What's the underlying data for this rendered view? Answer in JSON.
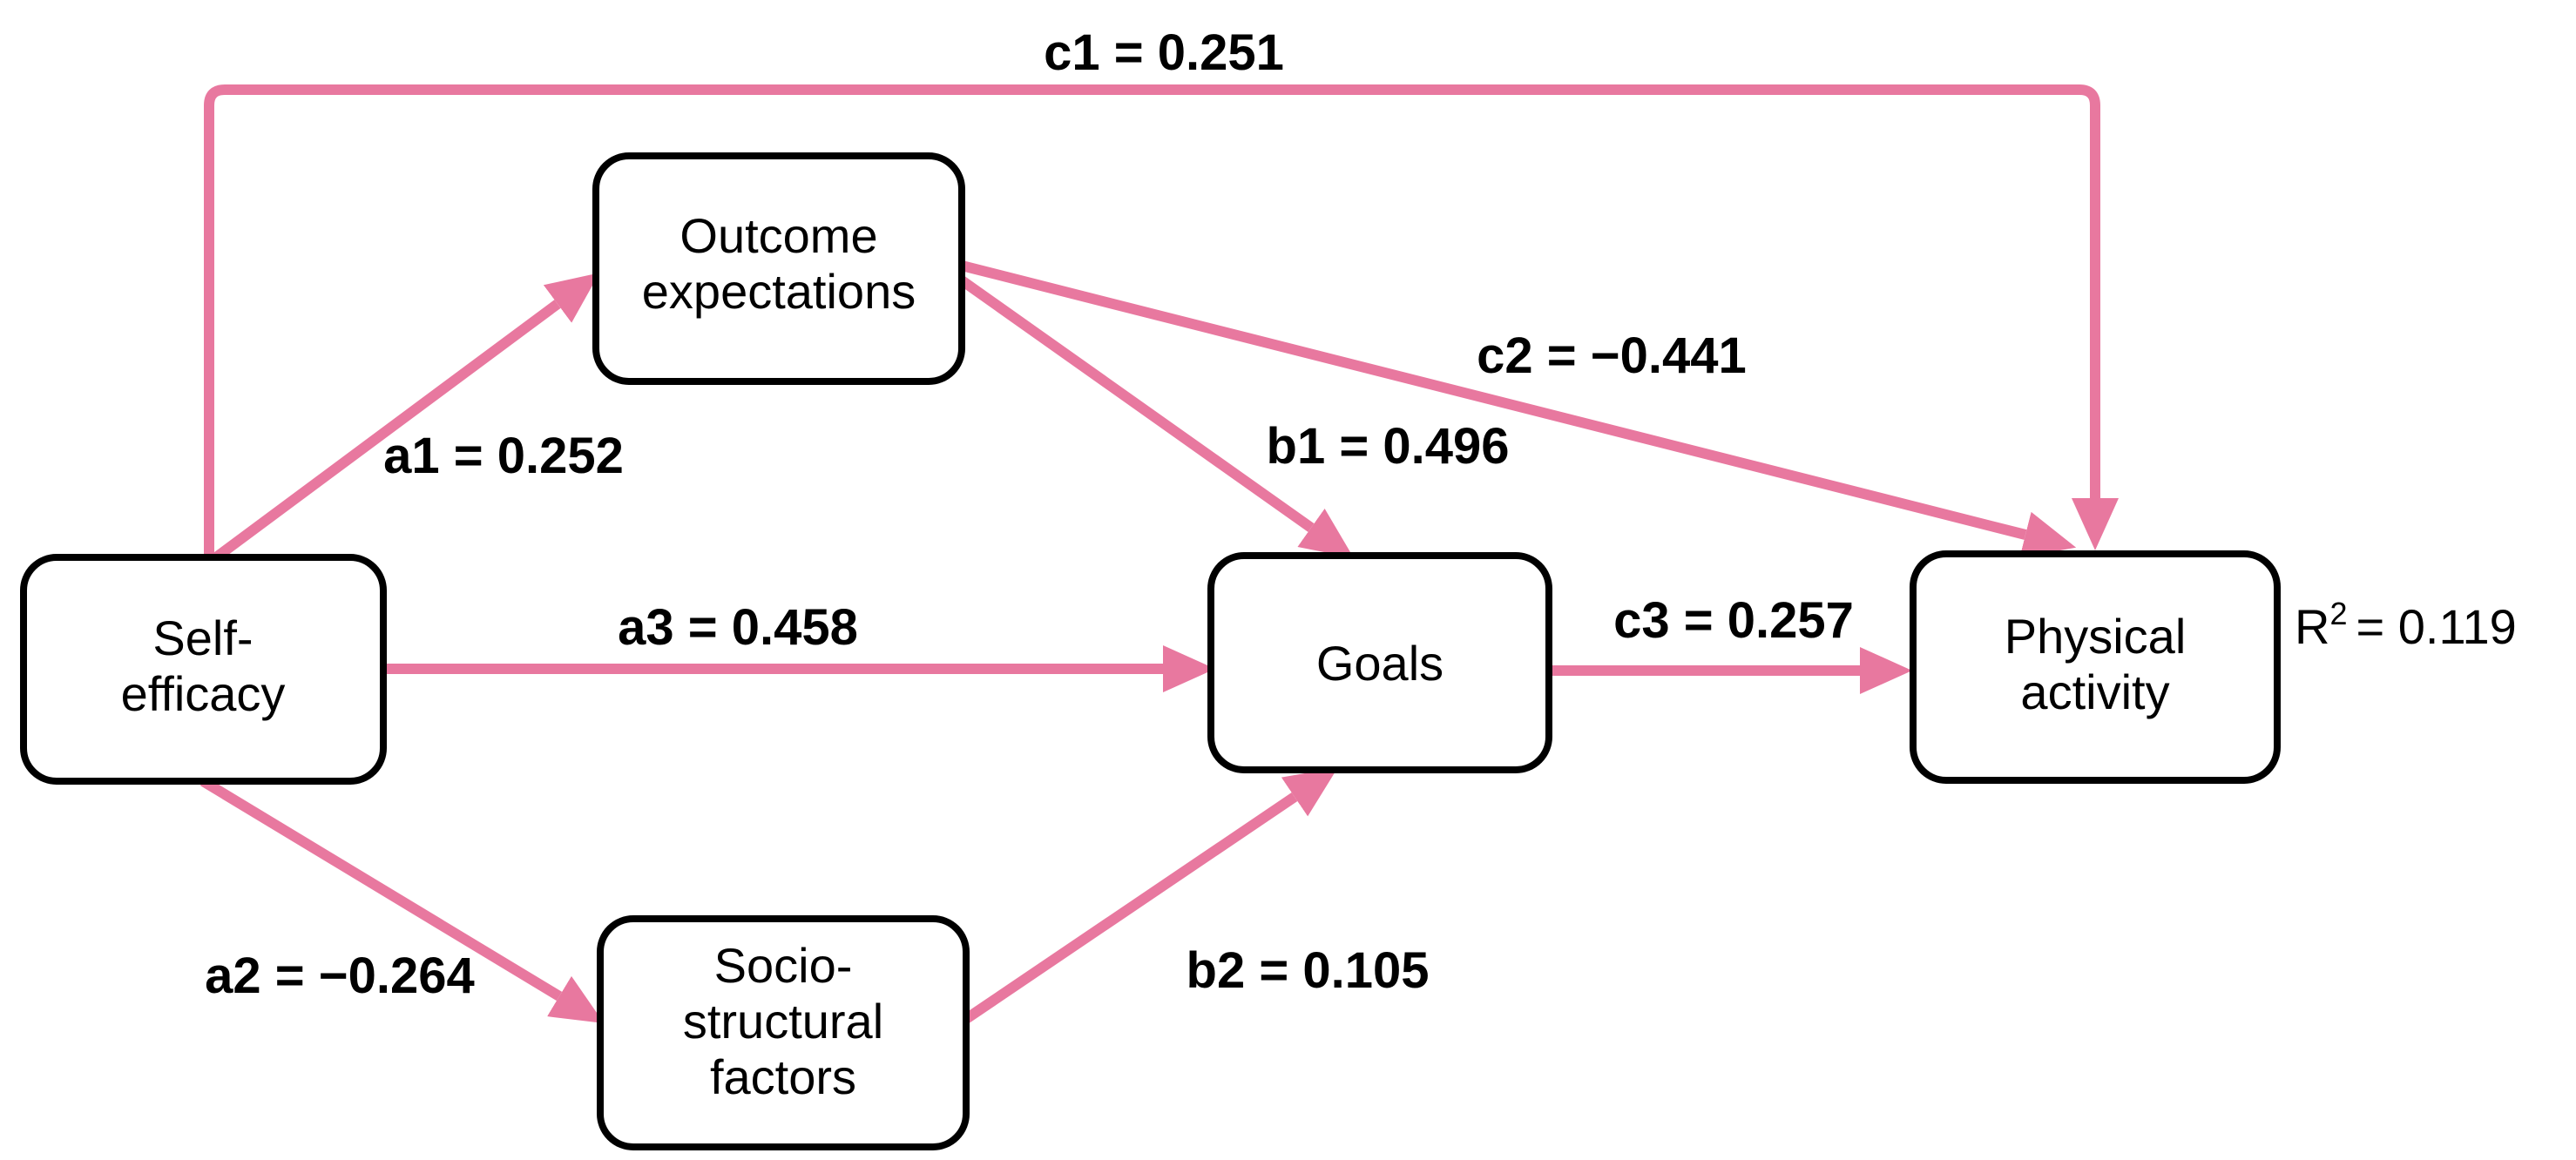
{
  "diagram": {
    "type": "sem-path-model",
    "background_color": "#ffffff",
    "arrow_color": "#e8789f",
    "node_border_color": "#000000",
    "node_fill_color": "#ffffff",
    "text_color": "#000000",
    "nodes": [
      {
        "id": "self-efficacy",
        "lines": [
          "Self-",
          "efficacy"
        ]
      },
      {
        "id": "outcome-expectations",
        "lines": [
          "Outcome",
          "expectations"
        ]
      },
      {
        "id": "socio-structural-factors",
        "lines": [
          "Socio-",
          "structural",
          "factors"
        ]
      },
      {
        "id": "goals",
        "lines": [
          "Goals"
        ]
      },
      {
        "id": "physical-activity",
        "lines": [
          "Physical",
          "activity"
        ]
      }
    ],
    "edges": [
      {
        "id": "a1",
        "from": "self-efficacy",
        "to": "outcome-expectations",
        "label": "a1 = 0.252",
        "value": 0.252
      },
      {
        "id": "a2",
        "from": "self-efficacy",
        "to": "socio-structural-factors",
        "label": "a2 = −0.264",
        "value": -0.264
      },
      {
        "id": "a3",
        "from": "self-efficacy",
        "to": "goals",
        "label": "a3 = 0.458",
        "value": 0.458
      },
      {
        "id": "b1",
        "from": "outcome-expectations",
        "to": "goals",
        "label": "b1 = 0.496",
        "value": 0.496
      },
      {
        "id": "b2",
        "from": "socio-structural-factors",
        "to": "goals",
        "label": "b2 = 0.105",
        "value": 0.105
      },
      {
        "id": "c1",
        "from": "self-efficacy",
        "to": "physical-activity",
        "label": "c1 = 0.251",
        "value": 0.251
      },
      {
        "id": "c2",
        "from": "outcome-expectations",
        "to": "physical-activity",
        "label": "c2 = −0.441",
        "value": -0.441
      },
      {
        "id": "c3",
        "from": "goals",
        "to": "physical-activity",
        "label": "c3 = 0.257",
        "value": 0.257
      }
    ],
    "r_squared": {
      "base": "R",
      "sup": "2",
      "rest": "= 0.119",
      "value": 0.119,
      "applies_to": "physical-activity"
    }
  }
}
